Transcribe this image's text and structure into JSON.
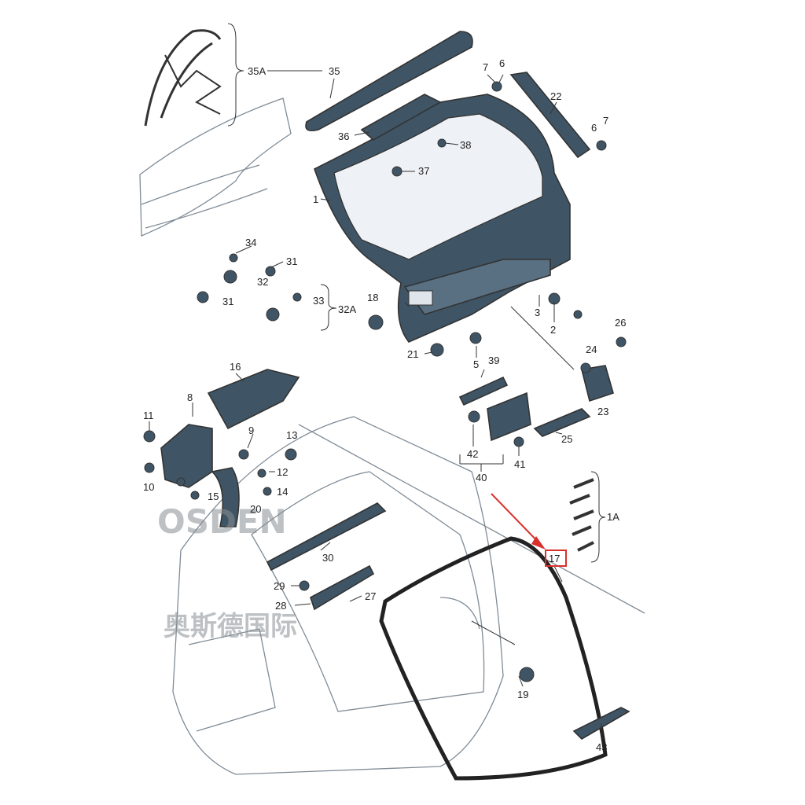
{
  "diagram": {
    "labels": {
      "l35A": "35A",
      "l35": "35",
      "l7a": "7",
      "l6a": "6",
      "l22": "22",
      "l6b": "6",
      "l7b": "7",
      "l36": "36",
      "l38": "38",
      "l37": "37",
      "l1": "1",
      "l34": "34",
      "l31a": "31",
      "l32": "32",
      "l31b": "31",
      "l33": "33",
      "l32A": "32A",
      "l18": "18",
      "l3": "3",
      "l2": "2",
      "l26": "26",
      "l24": "24",
      "l21": "21",
      "l5": "5",
      "l39": "39",
      "l16": "16",
      "l8": "8",
      "l23": "23",
      "l11": "11",
      "l9": "9",
      "l13": "13",
      "l25": "25",
      "l42": "42",
      "l41": "41",
      "l40": "40",
      "l10": "10",
      "l12": "12",
      "l15": "15",
      "l14": "14",
      "l20": "20",
      "l1A": "1A",
      "l30": "30",
      "l17": "17",
      "l29": "29",
      "l27": "27",
      "l28": "28",
      "l19": "19",
      "l43": "43"
    },
    "watermark": {
      "brand": "OSDEN",
      "chinese": "奥斯德国际"
    },
    "highlight_color": "#d9302c",
    "part_color": "#3f5565"
  }
}
